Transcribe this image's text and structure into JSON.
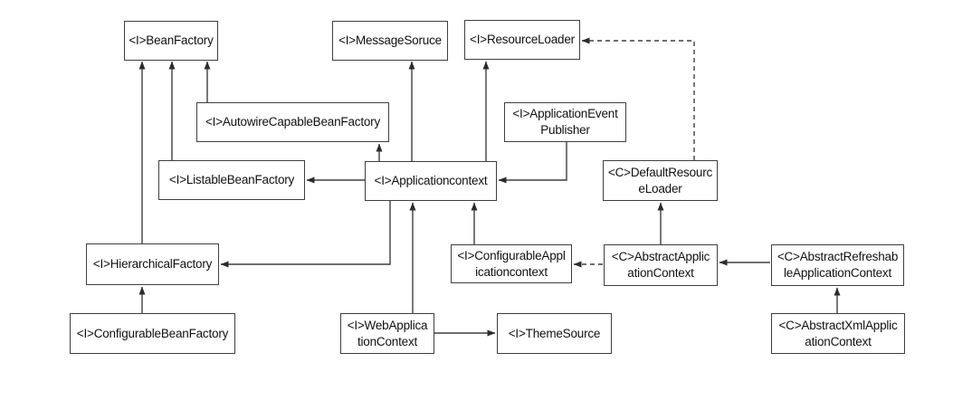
{
  "diagram": {
    "type": "uml-class-diagram",
    "colors": {
      "background": "#ffffff",
      "box_border": "#3f3f3f",
      "box_fill": "#ffffff",
      "text": "#111111",
      "connector": "#2b2b2b"
    },
    "nodes": [
      {
        "id": "bean-factory",
        "lines": [
          "<I>BeanFactory"
        ]
      },
      {
        "id": "message-source",
        "lines": [
          "<I>MessageSoruce"
        ]
      },
      {
        "id": "resource-loader",
        "lines": [
          "<I>ResourceLoader"
        ]
      },
      {
        "id": "autowire-capable-bean-factory",
        "lines": [
          "<I>AutowireCapableBeanFactory"
        ]
      },
      {
        "id": "application-event-publisher",
        "lines": [
          "<I>ApplicationEvent",
          "Publisher"
        ]
      },
      {
        "id": "listable-bean-factory",
        "lines": [
          "<I>ListableBeanFactory"
        ]
      },
      {
        "id": "application-context",
        "lines": [
          "<I>Applicationcontext"
        ]
      },
      {
        "id": "default-resource-loader",
        "lines": [
          "<C>DefaultResourc",
          "eLoader"
        ]
      },
      {
        "id": "hierarchical-factory",
        "lines": [
          "<I>HierarchicalFactory"
        ]
      },
      {
        "id": "configurable-application-context",
        "lines": [
          "<I>ConfigurableAppl",
          "icationcontext"
        ]
      },
      {
        "id": "abstract-application-context",
        "lines": [
          "<C>AbstractApplic",
          "ationContext"
        ]
      },
      {
        "id": "abstract-refreshable-application-context",
        "lines": [
          "<C>AbstractRefreshab",
          "leApplicationContext"
        ]
      },
      {
        "id": "configurable-bean-factory",
        "lines": [
          "<I>ConfigurableBeanFactory"
        ]
      },
      {
        "id": "web-application-context",
        "lines": [
          "<I>WebApplica",
          "tionContext"
        ]
      },
      {
        "id": "theme-source",
        "lines": [
          "<I>ThemeSource"
        ]
      },
      {
        "id": "abstract-xml-application-context",
        "lines": [
          "<C>AbstractXmlApplic",
          "ationContext"
        ]
      }
    ],
    "edges": [
      {
        "from": "hierarchical-factory",
        "to": "bean-factory",
        "style": "solid"
      },
      {
        "from": "listable-bean-factory",
        "to": "bean-factory",
        "style": "solid"
      },
      {
        "from": "autowire-capable-bean-factory",
        "to": "bean-factory",
        "style": "solid"
      },
      {
        "from": "application-context",
        "to": "autowire-capable-bean-factory",
        "style": "solid"
      },
      {
        "from": "application-context",
        "to": "message-source",
        "style": "solid"
      },
      {
        "from": "application-context",
        "to": "resource-loader",
        "style": "solid"
      },
      {
        "from": "application-context",
        "to": "listable-bean-factory",
        "style": "solid"
      },
      {
        "from": "application-event-publisher",
        "to": "application-context",
        "style": "solid"
      },
      {
        "from": "application-context",
        "to": "hierarchical-factory",
        "style": "solid"
      },
      {
        "from": "web-application-context",
        "to": "application-context",
        "style": "solid"
      },
      {
        "from": "configurable-application-context",
        "to": "application-context",
        "style": "solid"
      },
      {
        "from": "configurable-bean-factory",
        "to": "hierarchical-factory",
        "style": "solid"
      },
      {
        "from": "web-application-context",
        "to": "theme-source",
        "style": "solid"
      },
      {
        "from": "abstract-refreshable-application-context",
        "to": "abstract-application-context",
        "style": "solid"
      },
      {
        "from": "abstract-xml-application-context",
        "to": "abstract-refreshable-application-context",
        "style": "solid"
      },
      {
        "from": "abstract-application-context",
        "to": "default-resource-loader",
        "style": "solid"
      },
      {
        "from": "abstract-application-context",
        "to": "configurable-application-context",
        "style": "dashed"
      },
      {
        "from": "default-resource-loader",
        "to": "resource-loader",
        "style": "dashed"
      }
    ]
  }
}
